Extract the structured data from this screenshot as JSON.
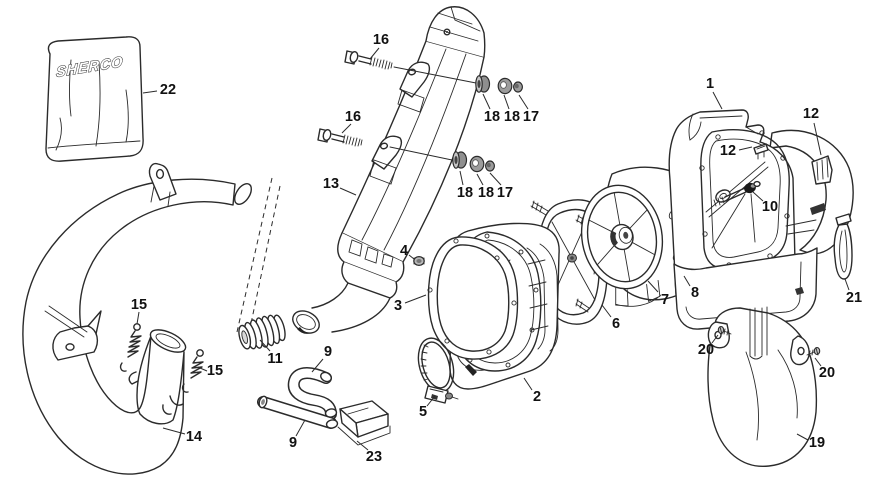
{
  "diagram_type": "exploded-parts-diagram",
  "subject": "exhaust-and-airbox-assembly",
  "colors": {
    "line": "#2b2b2b",
    "background": "#ffffff",
    "hardware_gray": "#9c9c9c",
    "dark_detail": "#1a1a1a"
  },
  "logo": {
    "text": "SHERCO"
  },
  "callouts": [
    {
      "text": "22"
    },
    {
      "text": "16"
    },
    {
      "text": "16"
    },
    {
      "text": "18"
    },
    {
      "text": "18"
    },
    {
      "text": "17"
    },
    {
      "text": "18"
    },
    {
      "text": "18"
    },
    {
      "text": "17"
    },
    {
      "text": "13"
    },
    {
      "text": "4"
    },
    {
      "text": "3"
    },
    {
      "text": "2"
    },
    {
      "text": "5"
    },
    {
      "text": "11"
    },
    {
      "text": "15"
    },
    {
      "text": "15"
    },
    {
      "text": "14"
    },
    {
      "text": "9"
    },
    {
      "text": "9"
    },
    {
      "text": "23"
    },
    {
      "text": "6"
    },
    {
      "text": "7"
    },
    {
      "text": "8"
    },
    {
      "text": "1"
    },
    {
      "text": "12"
    },
    {
      "text": "12"
    },
    {
      "text": "10"
    },
    {
      "text": "21"
    },
    {
      "text": "20"
    },
    {
      "text": "20"
    },
    {
      "text": "19"
    }
  ]
}
